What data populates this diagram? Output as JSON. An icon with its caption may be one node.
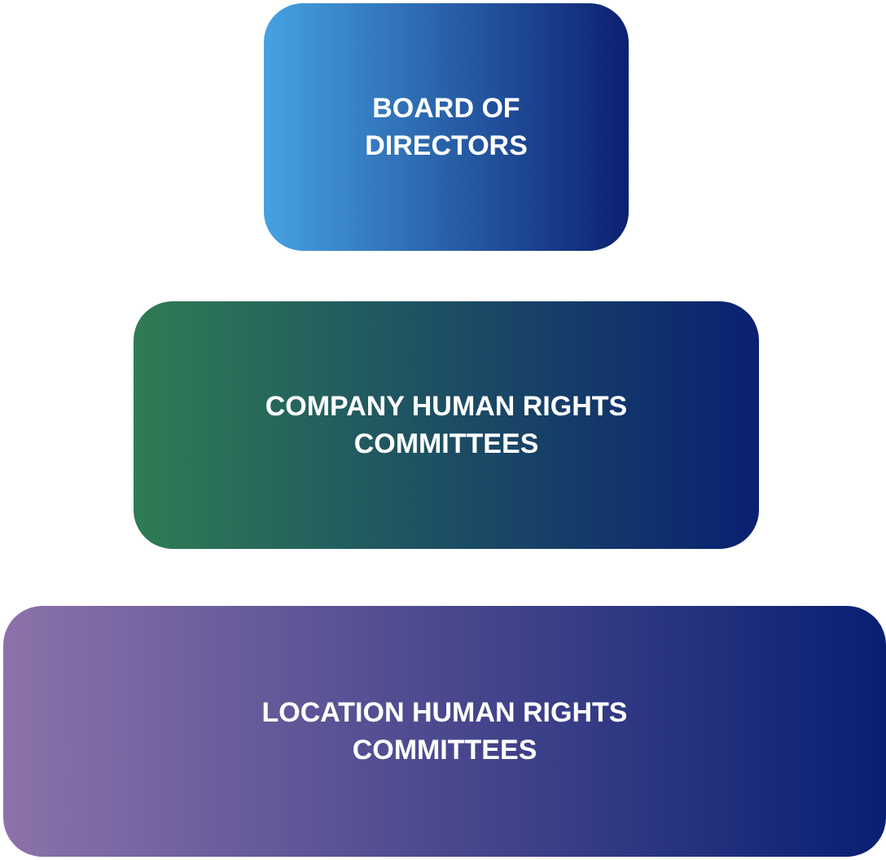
{
  "diagram": {
    "nodes": [
      {
        "text": [
          "BOARD OF DIRECTORS"
        ]
      },
      {
        "text": [
          "COMPANY HUMAN RIGHTS COMMITTEES"
        ]
      },
      {
        "text": [
          "LOCATION HUMAN RIGHTS COMMITTEES"
        ]
      }
    ]
  }
}
